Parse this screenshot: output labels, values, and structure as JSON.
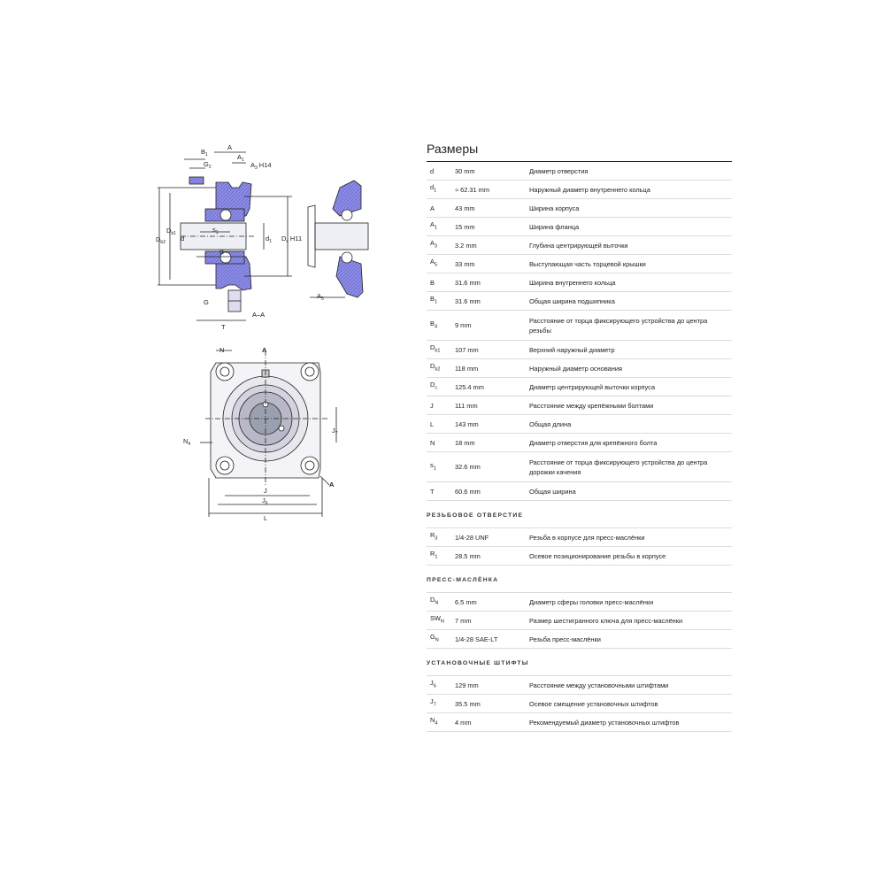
{
  "drawing": {
    "side_view": {
      "labels": {
        "A": "A",
        "B1": "B",
        "B1_sub": "1",
        "G2": "G",
        "G2_sub": "2",
        "A1": "A",
        "A1_sub": "1",
        "A3": "A",
        "A3_sub": "3",
        "H14": "H14",
        "Db1": "D",
        "Db1_sub": "b1",
        "Db2": "D",
        "Db2_sub": "b2",
        "d": "d",
        "s1": "s",
        "s1_sub": "1",
        "B": "B",
        "d1": "d",
        "d1_sub": "1",
        "Dc": "D",
        "Dc_sub": "c",
        "H11": "H11",
        "G": "G",
        "T": "T",
        "section": "A–A",
        "A5": "A",
        "A5_sub": "5"
      }
    },
    "front_view": {
      "labels": {
        "N": "N",
        "A_top": "A",
        "N4": "N",
        "N4_sub": "4",
        "J7": "J",
        "J7_sub": "7",
        "A_arrow": "A",
        "J": "J",
        "J6": "J",
        "J6_sub": "6",
        "L": "L"
      }
    }
  },
  "specs": {
    "title": "Размеры",
    "rows": [
      {
        "sym": "d",
        "sub": "",
        "val": "30 mm",
        "desc": "Диаметр отверстия"
      },
      {
        "sym": "d",
        "sub": "1",
        "val": "≈ 62.31 mm",
        "desc": "Наружный диаметр внутреннего кольца"
      },
      {
        "sym": "A",
        "sub": "",
        "val": "43 mm",
        "desc": "Ширина корпуса"
      },
      {
        "sym": "A",
        "sub": "1",
        "val": "15 mm",
        "desc": "Ширина фланца"
      },
      {
        "sym": "A",
        "sub": "3",
        "val": "3.2 mm",
        "desc": "Глубина центрирующей выточки"
      },
      {
        "sym": "A",
        "sub": "5",
        "val": "33 mm",
        "desc": "Выступающая часть торцевой крышки"
      },
      {
        "sym": "B",
        "sub": "",
        "val": "31.6 mm",
        "desc": "Ширина внутреннего кольца"
      },
      {
        "sym": "B",
        "sub": "1",
        "val": "31.6 mm",
        "desc": "Общая ширина подшипника"
      },
      {
        "sym": "B",
        "sub": "4",
        "val": "9 mm",
        "desc": "Расстояние от торца фиксирующего устройства до центра резьбы",
        "tall": true
      },
      {
        "sym": "D",
        "sub": "b1",
        "val": "107 mm",
        "desc": "Верхний наружный диаметр"
      },
      {
        "sym": "D",
        "sub": "b2",
        "val": "118 mm",
        "desc": "Наружный диаметр основания"
      },
      {
        "sym": "D",
        "sub": "c",
        "val": "125.4 mm",
        "desc": "Диаметр центрирующей выточки корпуса"
      },
      {
        "sym": "J",
        "sub": "",
        "val": "111 mm",
        "desc": "Расстояние между крепёжными болтами"
      },
      {
        "sym": "L",
        "sub": "",
        "val": "143 mm",
        "desc": "Общая длина"
      },
      {
        "sym": "N",
        "sub": "",
        "val": "18 mm",
        "desc": "Диаметр отверстия для крепёжного болта"
      },
      {
        "sym": "s",
        "sub": "1",
        "val": "32.6 mm",
        "desc": "Расстояние от торца фиксирующего устройства до центра дорожки качения",
        "tall": true
      },
      {
        "sym": "T",
        "sub": "",
        "val": "60.6 mm",
        "desc": "Общая ширина"
      }
    ],
    "sections": [
      {
        "title": "РЕЗЬБОВОЕ ОТВЕРСТИЕ",
        "rows": [
          {
            "sym": "R",
            "sub": "3",
            "val": "1/4-28 UNF",
            "desc": "Резьба в корпусе для пресс-маслёнки"
          },
          {
            "sym": "R",
            "sub": "1",
            "val": "28.5 mm",
            "desc": "Осевое позиционирование резьбы в корпусе"
          }
        ]
      },
      {
        "title": "ПРЕСС-МАСЛЁНКА",
        "rows": [
          {
            "sym": "D",
            "sub": "N",
            "val": "6.5 mm",
            "desc": "Диаметр сферы головки пресс-маслёнки"
          },
          {
            "sym": "SW",
            "sub": "N",
            "val": "7 mm",
            "desc": "Размер шестигранного ключа для пресс-маслёнки"
          },
          {
            "sym": "G",
            "sub": "N",
            "val": "1/4-28 SAE-LT",
            "desc": "Резьба пресс-маслёнки"
          }
        ]
      },
      {
        "title": "УСТАНОВОЧНЫЕ ШТИФТЫ",
        "rows": [
          {
            "sym": "J",
            "sub": "6",
            "val": "129 mm",
            "desc": "Расстояние между установочными штифтами"
          },
          {
            "sym": "J",
            "sub": "7",
            "val": "35.5 mm",
            "desc": "Осевое смещение установочных штифтов"
          },
          {
            "sym": "N",
            "sub": "4",
            "val": "4 mm",
            "desc": "Рекомендуемый диаметр установочных штифтов"
          }
        ]
      }
    ]
  }
}
